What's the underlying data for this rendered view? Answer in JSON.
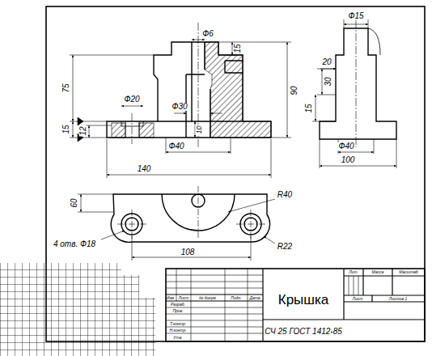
{
  "diagram": {
    "labels": [
      "Ф6",
      "15",
      "75",
      "15",
      "12",
      "Ф20",
      "Ф30",
      "10",
      "Ф40",
      "90",
      "140",
      "Ф15",
      "20",
      "30",
      "15",
      "Ф40",
      "100",
      "60",
      "R40",
      "R22",
      "4 отв. Ф18",
      "108",
      "Крышка",
      "СЧ 25 ГОСТ 1412-85",
      "Изм.",
      "Лист",
      "№ докум.",
      "Подп.",
      "Дата",
      "Разраб.",
      "Пров.",
      "Т.контр.",
      "Н.контр.",
      "Утв.",
      "Лит.",
      "Масса",
      "Масштаб",
      "Лист",
      "Листов 1"
    ]
  }
}
